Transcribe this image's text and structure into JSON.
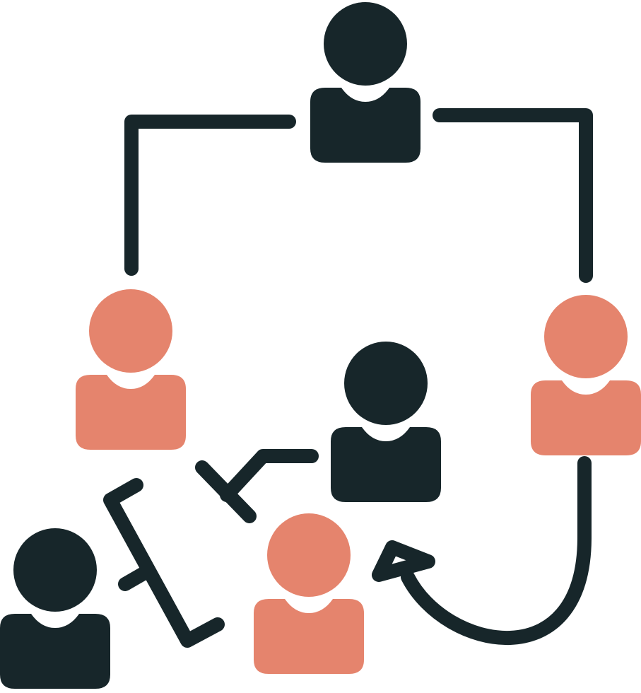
{
  "colors": {
    "dark": "#17262a",
    "accent": "#e5846d",
    "background": "#ffffff"
  },
  "people": [
    {
      "name": "person-top",
      "tone": "dark"
    },
    {
      "name": "person-left",
      "tone": "accent"
    },
    {
      "name": "person-right",
      "tone": "accent"
    },
    {
      "name": "person-center",
      "tone": "dark"
    },
    {
      "name": "person-bottom-center",
      "tone": "accent"
    },
    {
      "name": "person-bottom-left",
      "tone": "dark"
    }
  ],
  "connectors": [
    {
      "name": "connector-top-left",
      "style": "elbow"
    },
    {
      "name": "connector-top-right",
      "style": "elbow"
    },
    {
      "name": "connector-center-to-bottom",
      "style": "elbow-with-end-cap"
    },
    {
      "name": "connector-bottom-left-bracket",
      "style": "bracket"
    },
    {
      "name": "connector-right-to-bottom-arrow",
      "style": "curved-arrow"
    }
  ]
}
